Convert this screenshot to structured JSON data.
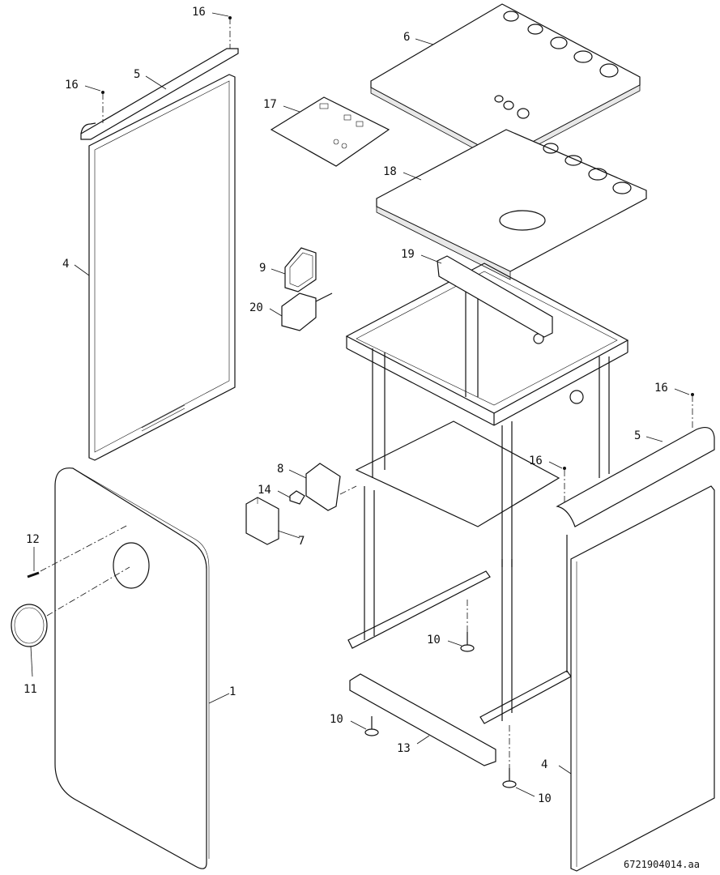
{
  "diagram": {
    "type": "exploded-parts-view",
    "callouts": [
      {
        "id": "c16a",
        "label": "16"
      },
      {
        "id": "c5a",
        "label": "5"
      },
      {
        "id": "c16b",
        "label": "16"
      },
      {
        "id": "c4a",
        "label": "4"
      },
      {
        "id": "c6",
        "label": "6"
      },
      {
        "id": "c17",
        "label": "17"
      },
      {
        "id": "c18",
        "label": "18"
      },
      {
        "id": "c9",
        "label": "9"
      },
      {
        "id": "c19",
        "label": "19"
      },
      {
        "id": "c20",
        "label": "20"
      },
      {
        "id": "c16c",
        "label": "16"
      },
      {
        "id": "c5b",
        "label": "5"
      },
      {
        "id": "c16d",
        "label": "16"
      },
      {
        "id": "c8",
        "label": "8"
      },
      {
        "id": "c14",
        "label": "14"
      },
      {
        "id": "c7",
        "label": "7"
      },
      {
        "id": "c12",
        "label": "12"
      },
      {
        "id": "c11",
        "label": "11"
      },
      {
        "id": "c1",
        "label": "1"
      },
      {
        "id": "c10a",
        "label": "10"
      },
      {
        "id": "c10b",
        "label": "10"
      },
      {
        "id": "c13",
        "label": "13"
      },
      {
        "id": "c4b",
        "label": "4"
      },
      {
        "id": "c10c",
        "label": "10"
      }
    ],
    "drawing_code": "6721904014.aa"
  }
}
